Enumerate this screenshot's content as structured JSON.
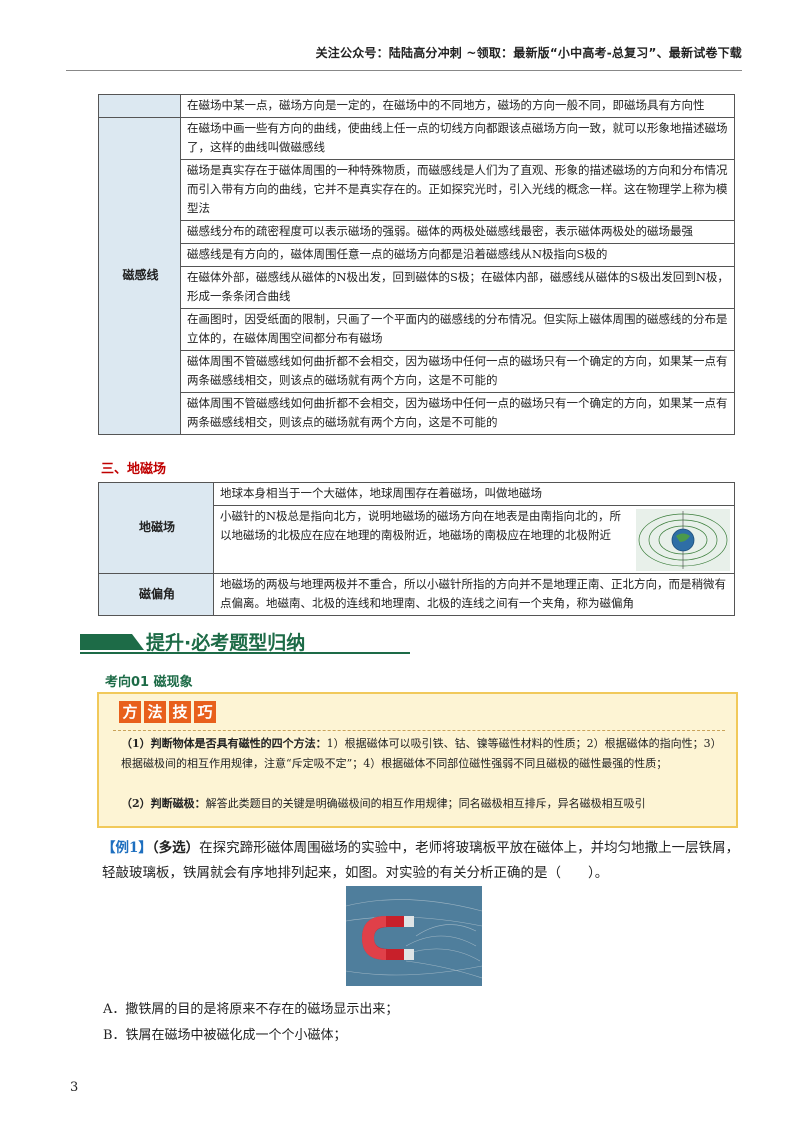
{
  "header": {
    "text": "关注公众号：陆陆高分冲刺 ~领取：最新版“小中高考-总复习”、最新试卷下载"
  },
  "table1": {
    "row0": "在磁场中某一点，磁场方向是一定的，在磁场中的不同地方，磁场的方向一般不同，即磁场具有方向性",
    "label": "磁感线",
    "items": [
      "在磁场中画一些有方向的曲线，使曲线上任一点的切线方向都跟该点磁场方向一致，就可以形象地描述磁场了，这样的曲线叫做磁感线",
      "磁场是真实存在于磁体周围的一种特殊物质，而磁感线是人们为了直观、形象的描述磁场的方向和分布情况而引入带有方向的曲线，它并不是真实存在的。正如探究光时，引入光线的概念一样。这在物理学上称为模型法",
      "磁感线分布的疏密程度可以表示磁场的强弱。磁体的两极处磁感线最密，表示磁体两极处的磁场最强",
      "磁感线是有方向的，磁体周围任意一点的磁场方向都是沿着磁感线从N极指向S极的",
      "在磁体外部，磁感线从磁体的N极出发，回到磁体的S极；在磁体内部，磁感线从磁体的S极出发回到N极，形成一条条闭合曲线",
      "在画图时，因受纸面的限制，只画了一个平面内的磁感线的分布情况。但实际上磁体周围的磁感线的分布是立体的，在磁体周围空间都分布有磁场",
      "磁体周围不管磁感线如何曲折都不会相交，因为磁场中任何一点的磁场只有一个确定的方向，如果某一点有两条磁感线相交，则该点的磁场就有两个方向，这是不可能的",
      "磁体周围不管磁感线如何曲折都不会相交，因为磁场中任何一点的磁场只有一个确定的方向，如果某一点有两条磁感线相交，则该点的磁场就有两个方向，这是不可能的"
    ]
  },
  "section3": {
    "title": "三、地磁场"
  },
  "table2": {
    "label_earth": "地磁场",
    "earth_r1": "地球本身相当于一个大磁体，地球周围存在着磁场，叫做地磁场",
    "earth_r2": "小磁针的N极总是指向北方，说明地磁场的磁场方向在地表是由南指向北的，所以地磁场的北极应在应在地理的南极附近，地磁场的南极应在地理的北极附近",
    "label_decl": "磁偏角",
    "decl_text": "地磁场的两极与地理两极并不重合，所以小磁针所指的方向并不是地理正南、正北方向，而是稍微有点偏离。地磁南、北极的连线和地理南、北极的连线之间有一个夹角，称为磁偏角"
  },
  "banner": {
    "title": "提升·必考题型归纳"
  },
  "direction": {
    "title": "考向01 磁现象"
  },
  "method": {
    "chips": [
      "方",
      "法",
      "技",
      "巧"
    ],
    "p1_bold": "（1）判断物体是否具有磁性的四个方法：",
    "p1_text": "1）根据磁体可以吸引铁、钴、镍等磁性材料的性质；2）根据磁体的指向性；3）根据磁极间的相互作用规律，注意“斥定吸不定”；4）根据磁体不同部位磁性强弱不同且磁极的磁性最强的性质；",
    "p2_bold": "（2）判断磁极：",
    "p2_text": "解答此类题目的关键是明确磁极间的相互作用规律；同名磁极相互排斥，异名磁极相互吸引"
  },
  "example": {
    "tag": "【例1】",
    "multi": "（多选）",
    "text": "在探究蹄形磁体周围磁场的实验中，老师将玻璃板平放在磁体上，并均匀地撒上一层铁屑，轻敲玻璃板，铁屑就会有序地排列起来，如图。对实验的有关分析正确的是（　　）。"
  },
  "options": [
    "A．撒铁屑的目的是将原来不存在的磁场显示出来；",
    "B．铁屑在磁场中被磁化成一个个小磁体；"
  ],
  "page_number": "3"
}
